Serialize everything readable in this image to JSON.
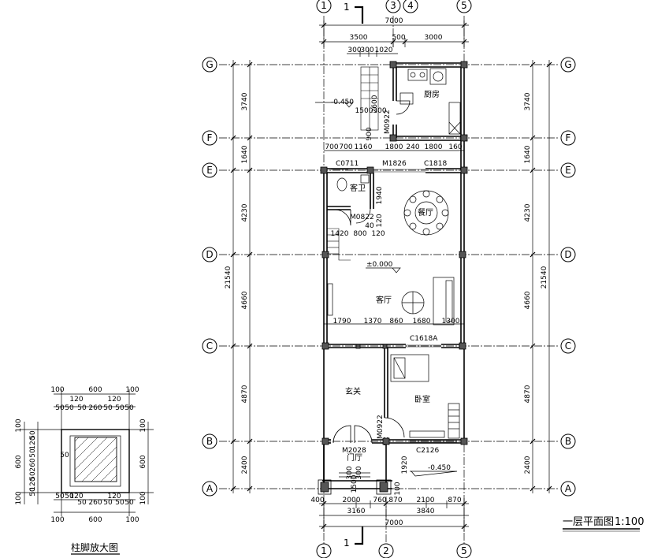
{
  "plan": {
    "title": "一层平面图",
    "scale": "1:100",
    "detail_title": "柱脚放大图",
    "section_mark": "1",
    "axes": {
      "top": [
        "1",
        "3",
        "4",
        "5"
      ],
      "bottom": [
        "1",
        "2",
        "5"
      ],
      "left": [
        "G",
        "F",
        "E",
        "D",
        "C",
        "B",
        "A"
      ],
      "right": [
        "G",
        "F",
        "E",
        "D",
        "C",
        "B",
        "A"
      ]
    },
    "rooms": {
      "kitchen": "厨房",
      "guest_wc": "客卫",
      "dining": "餐厅",
      "living": "客厅",
      "foyer": "玄关",
      "bedroom": "卧室",
      "porch": "门厅"
    },
    "elevations": {
      "kitchen": "-0.450",
      "living": "±0.000",
      "outside": "-0.450"
    },
    "openings": {
      "c0711": "C0711",
      "m1826": "M1826",
      "c1818": "C1818",
      "m0822": "M0822",
      "m0922_kitchen": "M0922",
      "c1618a": "C1618A",
      "m0922_bed": "M0922",
      "m2028": "M2028",
      "c2126": "C2126"
    },
    "dims": {
      "top_total": "7000",
      "top_a": "3500",
      "top_b": "500",
      "top_c": "3000",
      "top_d1": "300",
      "top_d2": "300",
      "top_d3": "1020",
      "stair_2600": "2600",
      "stair_1500": "1500",
      "stair_300": "300",
      "stair_900": "900",
      "f_700a": "700",
      "f_700b": "700",
      "f_1160": "1160",
      "f_1800a": "1800",
      "f_240": "240",
      "f_1800b": "1800",
      "f_160": "160",
      "wc_1940": "1940",
      "wc_120a": "120",
      "wc_40": "40",
      "wc_120b": "120",
      "wc_1420": "1420",
      "wc_800": "800",
      "lv_1790": "1790",
      "lv_1370": "1370",
      "lv_860": "860",
      "lv_1680": "1680",
      "lv_1300": "1300",
      "p_1920": "1920",
      "p_300a": "300",
      "p_1500": "1500",
      "p_300b": "300",
      "p_100": "100",
      "b_400": "400",
      "b_2000": "2000",
      "b_760": "760",
      "b_870a": "870",
      "b_2100": "2100",
      "b_870b": "870",
      "b_3160": "3160",
      "b_3840": "3840",
      "bot_total": "7000",
      "side": [
        "3740",
        "1640",
        "4230",
        "4660",
        "4870",
        "2400"
      ],
      "side_total": "21540"
    },
    "detail_dims": {
      "top1": [
        "100",
        "600",
        "100"
      ],
      "top2": [
        "120",
        "120"
      ],
      "top3": [
        "50",
        "50",
        "50",
        "260",
        "50",
        "50",
        "50"
      ],
      "left1": [
        "100",
        "600",
        "100"
      ],
      "left2": [
        "50",
        "120",
        "50",
        "260",
        "50",
        "120",
        "50"
      ],
      "mid50": "50",
      "right_600": "600",
      "right_100a": "100",
      "right_100b": "100"
    }
  }
}
